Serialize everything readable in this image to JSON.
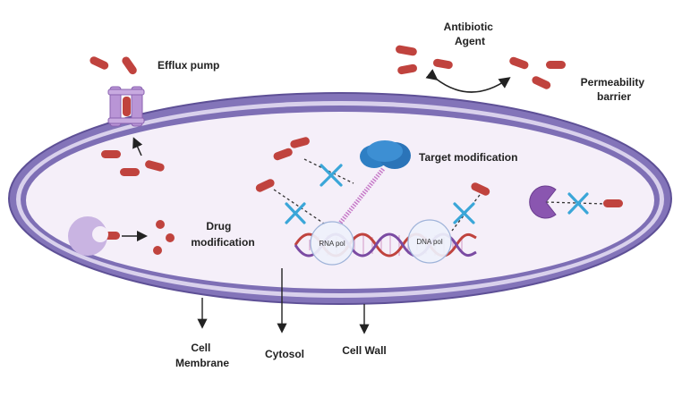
{
  "labels": {
    "efflux_pump": "Efflux pump",
    "antibiotic_line1": "Antibiotic",
    "antibiotic_line2": "Agent",
    "permeability_line1": "Permeability",
    "permeability_line2": "barrier",
    "target_modification": "Target modification",
    "drug_line1": "Drug",
    "drug_line2": "modification",
    "rna_pol": "RNA pol",
    "dna_pol": "DNA pol",
    "cell_membrane_line1": "Cell",
    "cell_membrane_line2": "Membrane",
    "cytosol": "Cytosol",
    "cell_wall": "Cell Wall"
  },
  "colors": {
    "cell_wall": "#7c6cb2",
    "cytosol": "#f4eef8",
    "antibiotic": "#c0433e",
    "pump": "#b18fcf",
    "ribosome": "#2e7fc4",
    "enzyme": "#8a56b0",
    "block_x": "#3aa6d8",
    "dna_red": "#c0433e",
    "dna_purple": "#7b4ba3"
  },
  "icons": [
    "efflux-pump-icon",
    "ribosome-icon",
    "enzyme-icon",
    "dna-helix-icon",
    "block-x-icon",
    "antibiotic-pill-icon"
  ]
}
